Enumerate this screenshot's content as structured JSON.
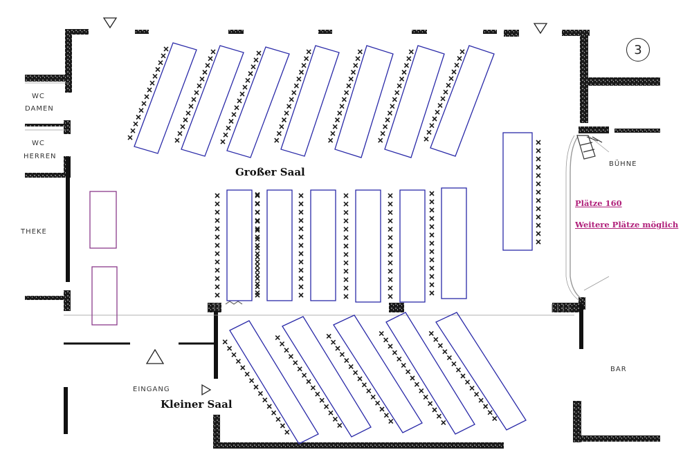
{
  "page_number": "3",
  "labels": {
    "wc_damen_1": "WC",
    "wc_damen_2": "DAMEN",
    "wc_herren_1": "WC",
    "wc_herren_2": "HERREN",
    "theke": "THEKE",
    "eingang": "EINGANG",
    "buehne": "BÜHNE",
    "bar": "BAR"
  },
  "halls": {
    "large": "Großer Saal",
    "small": "Kleiner Saal"
  },
  "capacity": {
    "seats": "Plätze 160",
    "more": "Weitere Plätze möglich"
  },
  "colors": {
    "wall": "#1a1a1a",
    "table_blue": "#2a2aa8",
    "table_purple": "#8a3a8a",
    "link_magenta": "#b0207a"
  }
}
